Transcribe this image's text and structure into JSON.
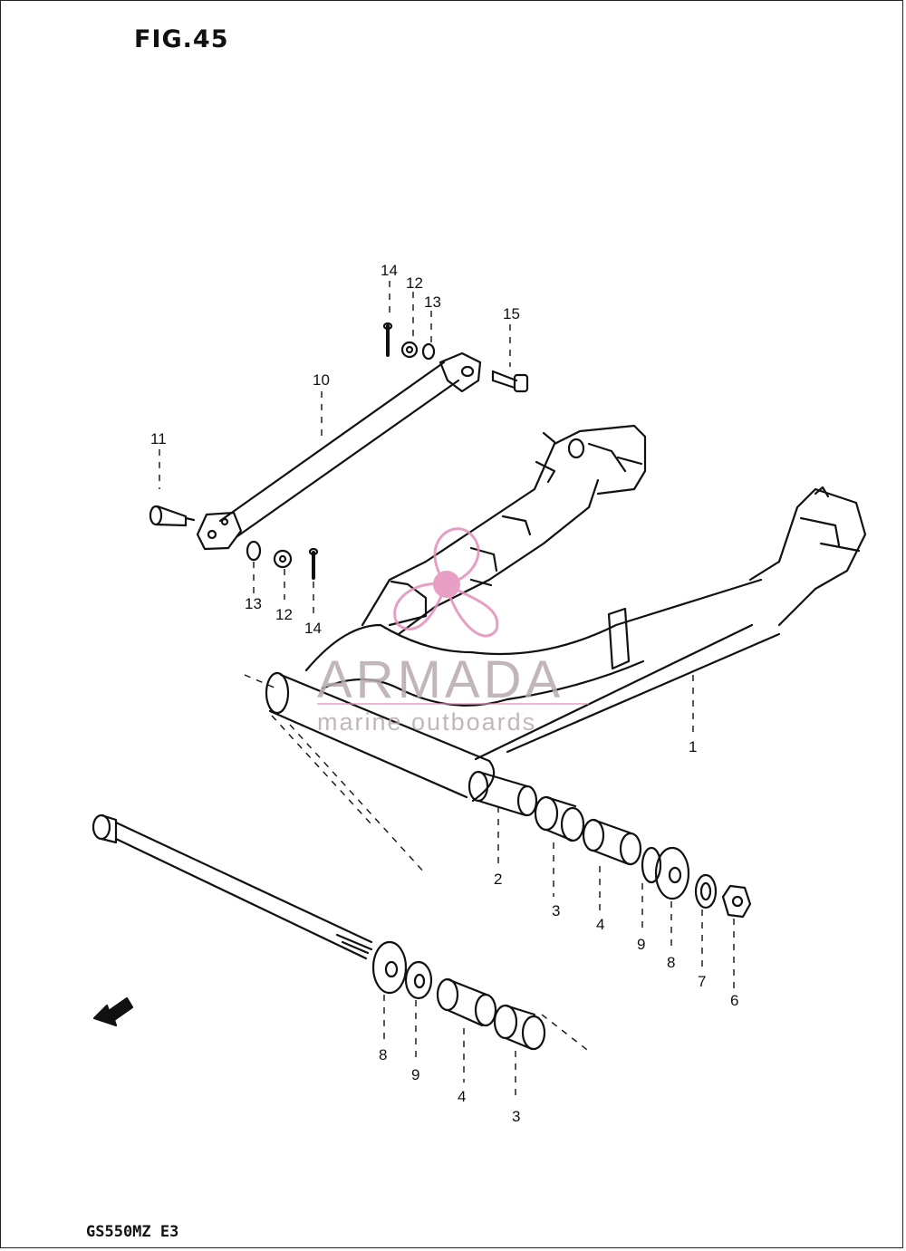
{
  "figure": {
    "title": "FIG.45",
    "model_code": "GS550MZ  E3"
  },
  "watermark": {
    "brand": "ARMADA",
    "tagline": "marine outboards",
    "brand_color": "#b7aab0",
    "logo_color": "#e38fb9"
  },
  "callouts": [
    {
      "id": "c14a",
      "text": "14"
    },
    {
      "id": "c12a",
      "text": "12"
    },
    {
      "id": "c13a",
      "text": "13"
    },
    {
      "id": "c15",
      "text": "15"
    },
    {
      "id": "c10",
      "text": "10"
    },
    {
      "id": "c11",
      "text": "11"
    },
    {
      "id": "c13b",
      "text": "13"
    },
    {
      "id": "c12b",
      "text": "12"
    },
    {
      "id": "c14b",
      "text": "14"
    },
    {
      "id": "c1",
      "text": "1"
    },
    {
      "id": "c2",
      "text": "2"
    },
    {
      "id": "c3a",
      "text": "3"
    },
    {
      "id": "c4a",
      "text": "4"
    },
    {
      "id": "c9a",
      "text": "9"
    },
    {
      "id": "c8a",
      "text": "8"
    },
    {
      "id": "c7",
      "text": "7"
    },
    {
      "id": "c6",
      "text": "6"
    },
    {
      "id": "c8b",
      "text": "8"
    },
    {
      "id": "c9b",
      "text": "9"
    },
    {
      "id": "c4b",
      "text": "4"
    },
    {
      "id": "c3b",
      "text": "3"
    }
  ]
}
